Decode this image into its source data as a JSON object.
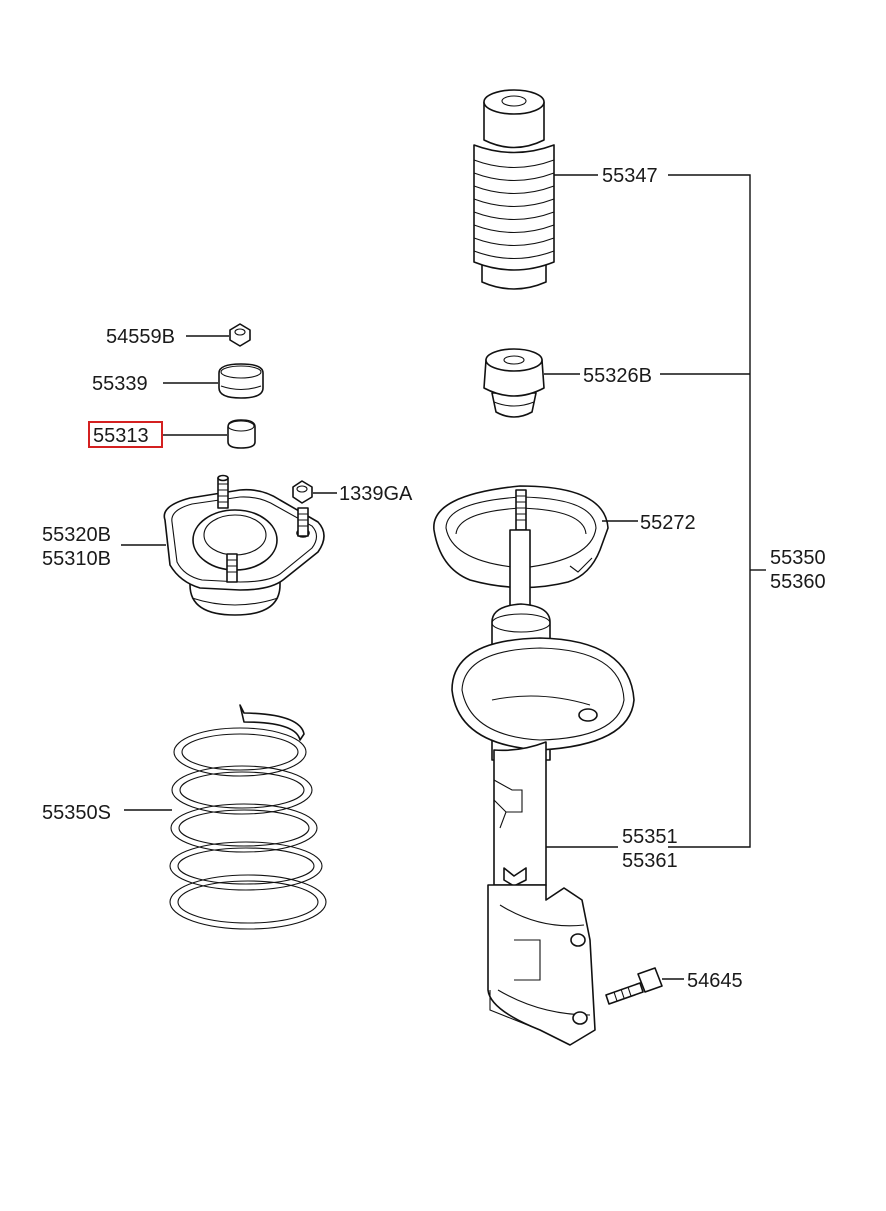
{
  "diagram": {
    "highlight_color": "#d42020",
    "labels": {
      "p54559B": "54559B",
      "p55339": "55339",
      "p55313": "55313",
      "p1339GA": "1339GA",
      "p55320B": "55320B",
      "p55310B": "55310B",
      "p55350S": "55350S",
      "p55347": "55347",
      "p55326B": "55326B",
      "p55272": "55272",
      "p55350": "55350",
      "p55360": "55360",
      "p55351": "55351",
      "p55361": "55361",
      "p54645": "54645"
    },
    "highlighted_part": "55313"
  }
}
